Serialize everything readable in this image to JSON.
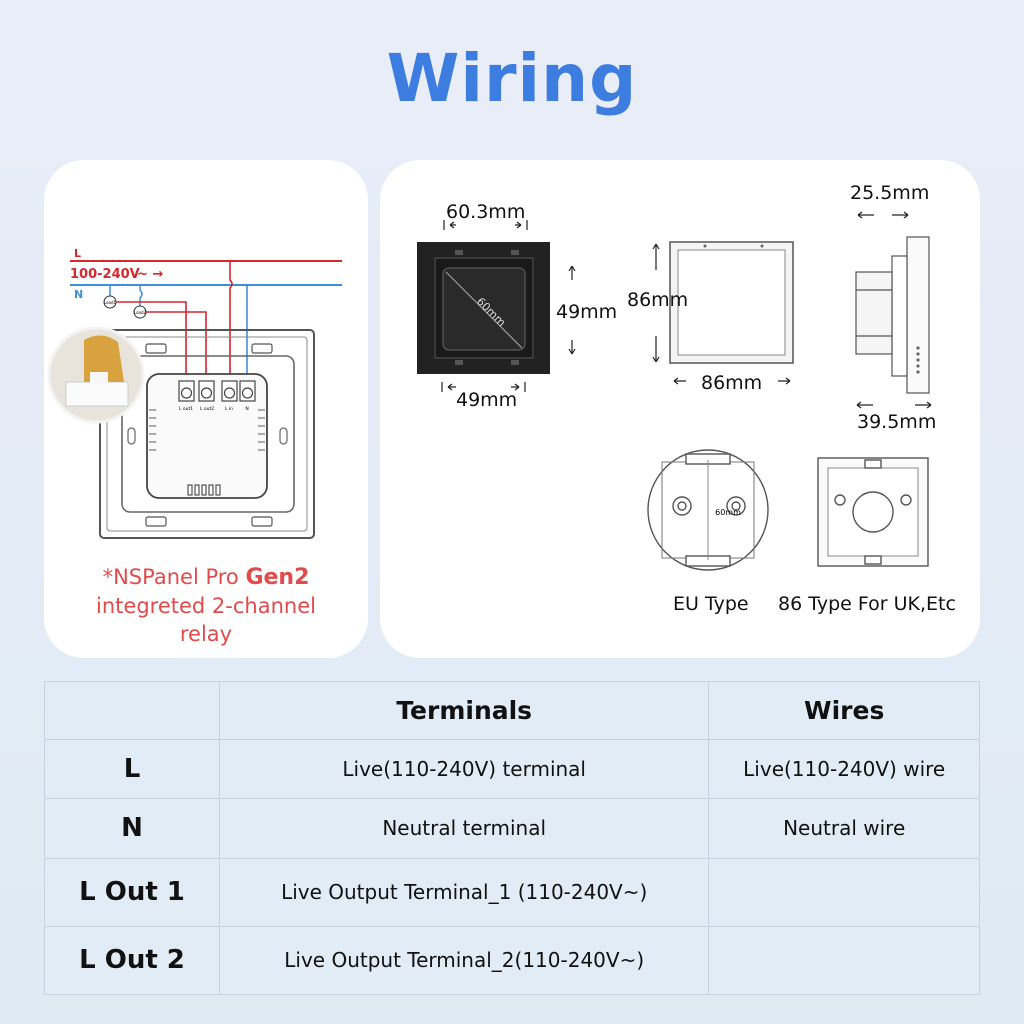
{
  "title": "Wiring",
  "wiring": {
    "line_L": "L",
    "voltage_label": "100-240V",
    "line_N": "N",
    "load1_label": "Load1",
    "load2_label": "Load2",
    "terminal_labels": [
      "L out1",
      "L out2",
      "L in",
      "N"
    ],
    "caption_line1_prefix": "*NSPanel Pro ",
    "caption_line1_bold": "Gen2",
    "caption_line2": "integreted 2-channel",
    "caption_line3": "relay",
    "red": "#d7262e",
    "blue": "#3d8fd8"
  },
  "dimensions": {
    "back_width_top": "60.3mm",
    "back_diagonal": "60mm",
    "back_height": "49mm",
    "back_width_bottom": "49mm",
    "front_height": "86mm",
    "front_width": "86mm",
    "side_top": "25.5mm",
    "side_bottom": "39.5mm",
    "eu_box_diameter": "60mm",
    "eu_type_label": "EU Type",
    "uk_type_label": "86 Type For UK,Etc"
  },
  "table": {
    "headers": [
      "",
      "Terminals",
      "Wires"
    ],
    "rows": [
      {
        "key": "L",
        "terminal": "Live(110-240V) terminal",
        "wire": "Live(110-240V) wire"
      },
      {
        "key": "N",
        "terminal": "Neutral terminal",
        "wire": "Neutral wire"
      },
      {
        "key": "L Out 1",
        "terminal": "Live Output Terminal_1 (110-240V~)",
        "wire": ""
      },
      {
        "key": "L Out 2",
        "terminal": "Live Output Terminal_2(110-240V~)",
        "wire": ""
      }
    ]
  }
}
